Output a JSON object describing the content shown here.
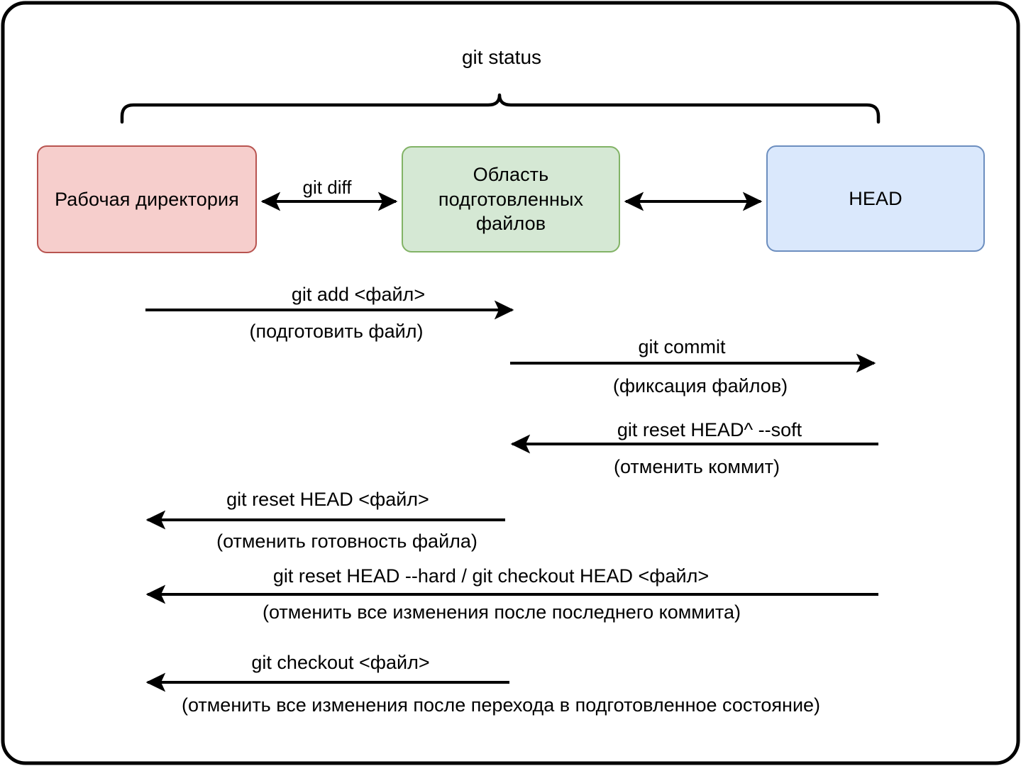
{
  "diagram": {
    "title": "git status",
    "frame_color": "#000000",
    "boxes": [
      {
        "id": "working",
        "label": "Рабочая директория",
        "fill": "#f6cecc",
        "stroke": "#b85450"
      },
      {
        "id": "staging",
        "label": "Область\nподготовленных\nфайлов",
        "fill": "#d5e8d4",
        "stroke": "#82b366",
        "lines": [
          "Область",
          "подготовленных",
          "файлов"
        ]
      },
      {
        "id": "head",
        "label": "HEAD",
        "fill": "#dae8fc",
        "stroke": "#6c8ebf"
      }
    ],
    "top_arrows": [
      {
        "id": "git-diff",
        "label": "git diff",
        "from": "working",
        "to": "staging",
        "direction": "both"
      },
      {
        "id": "staging-head",
        "label": "",
        "from": "staging",
        "to": "head",
        "direction": "both"
      }
    ],
    "flows": [
      {
        "id": "git-add",
        "command": "git add <файл>",
        "description": "(подготовить файл)",
        "direction": "right",
        "from": "working",
        "to": "staging"
      },
      {
        "id": "git-commit",
        "command": "git commit",
        "description": "(фиксация файлов)",
        "direction": "right",
        "from": "staging",
        "to": "head"
      },
      {
        "id": "git-reset-soft",
        "command": "git reset HEAD^ --soft",
        "description": "(отменить коммит)",
        "direction": "left",
        "from": "head",
        "to": "staging"
      },
      {
        "id": "git-reset-head-file",
        "command": "git reset HEAD <файл>",
        "description": "(отменить готовность файла)",
        "direction": "left",
        "from": "staging",
        "to": "working"
      },
      {
        "id": "git-reset-hard",
        "command": "git reset HEAD --hard / git checkout HEAD <файл>",
        "description": "(отменить все изменения после последнего коммита)",
        "direction": "left",
        "from": "head",
        "to": "working"
      },
      {
        "id": "git-checkout-file",
        "command": "git checkout <файл>",
        "description": "(отменить все изменения после перехода в подготовленное состояние)",
        "direction": "left",
        "from": "staging",
        "to": "working"
      }
    ]
  }
}
